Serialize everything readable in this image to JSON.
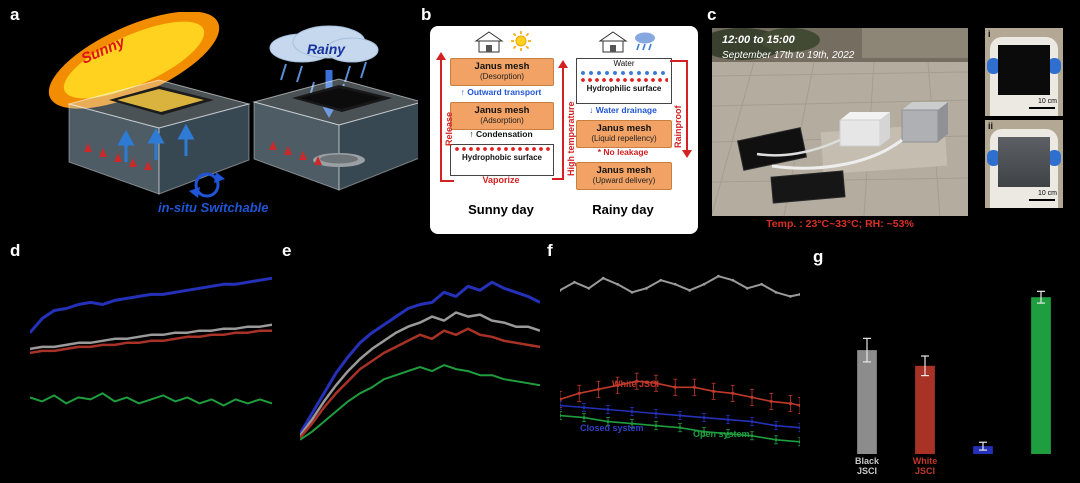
{
  "panels": {
    "a": {
      "label": "a",
      "sunny": "Sunny",
      "rainy": "Rainy",
      "switch_text": "in-situ Switchable"
    },
    "b": {
      "label": "b",
      "sunny_day": {
        "release": "Release",
        "high_temperature": "High temperature",
        "box1_title": "Janus mesh",
        "box1_sub": "(Desorption)",
        "outward_transport": "Outward transport",
        "box2_title": "Janus mesh",
        "box2_sub": "(Adsorption)",
        "condensation": "Condensation",
        "surface_box": "Hydrophobic surface",
        "vaporize": "Vaporize",
        "caption": "Sunny day"
      },
      "rainy_day": {
        "rainproof": "Rainproof",
        "water": "Water",
        "surface_box": "Hydrophilic surface",
        "water_drainage": "Water drainage",
        "box1_title": "Janus mesh",
        "box1_sub": "(Liquid repellency)",
        "no_leakage": "No leakage",
        "box2_title": "Janus mesh",
        "box2_sub": "(Upward delivery)",
        "caption": "Rainy day"
      }
    },
    "c": {
      "label": "c",
      "overlay_line1": "12:00 to 15:00",
      "overlay_line2": "September 17th to 19th, 2022",
      "conditions": "Temp. : 23°C~33°C; RH: ~53%",
      "inset1_label": "i",
      "inset2_label": "ii",
      "scale_bar": "10 cm"
    },
    "d": {
      "label": "d"
    },
    "e": {
      "label": "e"
    },
    "f": {
      "label": "f",
      "annotations": {
        "white_jsci": "White JSCI",
        "closed_system": "Closed system",
        "open_system": "Open system"
      }
    },
    "g": {
      "label": "g",
      "bar_labels": [
        "Black JSCI",
        "White JSCI",
        "",
        ""
      ],
      "label_colors": [
        "#c8c8c8",
        "#c0392b",
        "#3340c8",
        "#1e9e3e"
      ]
    }
  },
  "icons": {
    "up_arrow": "↑",
    "down_arrow": "↓",
    "no_leakage_mark": "*"
  },
  "colors": {
    "blue": "#2431b8",
    "gray": "#9a9a9a",
    "red": "#a93226",
    "green": "#1e9e3e",
    "accent_red": "#d42020",
    "box_orange": "#f2a264"
  },
  "chart_data": [
    {
      "type": "line",
      "panel": "d",
      "title": "",
      "xlabel": "",
      "ylabel": "",
      "xlim": [
        0,
        100
      ],
      "ylim": [
        0,
        100
      ],
      "grid": false,
      "legend": "none",
      "series": [
        {
          "name": "blue",
          "color": "#2431b8",
          "width": 3,
          "points": [
            [
              0,
              63
            ],
            [
              5,
              70
            ],
            [
              10,
              74
            ],
            [
              15,
              75
            ],
            [
              20,
              77
            ],
            [
              25,
              78
            ],
            [
              30,
              77
            ],
            [
              35,
              79
            ],
            [
              40,
              80
            ],
            [
              45,
              81
            ],
            [
              50,
              82
            ],
            [
              55,
              82
            ],
            [
              60,
              83
            ],
            [
              65,
              84
            ],
            [
              70,
              85
            ],
            [
              75,
              86
            ],
            [
              80,
              87
            ],
            [
              85,
              87
            ],
            [
              90,
              88
            ],
            [
              95,
              89
            ],
            [
              100,
              90
            ]
          ]
        },
        {
          "name": "gray",
          "color": "#9a9a9a",
          "width": 2.5,
          "points": [
            [
              0,
              55
            ],
            [
              5,
              56
            ],
            [
              10,
              56
            ],
            [
              15,
              57
            ],
            [
              20,
              58
            ],
            [
              25,
              58
            ],
            [
              30,
              59
            ],
            [
              35,
              60
            ],
            [
              40,
              60
            ],
            [
              45,
              61
            ],
            [
              50,
              62
            ],
            [
              55,
              62
            ],
            [
              60,
              63
            ],
            [
              65,
              63
            ],
            [
              70,
              64
            ],
            [
              75,
              64
            ],
            [
              80,
              65
            ],
            [
              85,
              65
            ],
            [
              90,
              66
            ],
            [
              95,
              66
            ],
            [
              100,
              67
            ]
          ]
        },
        {
          "name": "red",
          "color": "#a93226",
          "width": 2.5,
          "points": [
            [
              0,
              53
            ],
            [
              5,
              54
            ],
            [
              10,
              54
            ],
            [
              15,
              55
            ],
            [
              20,
              56
            ],
            [
              25,
              56
            ],
            [
              30,
              57
            ],
            [
              35,
              57
            ],
            [
              40,
              58
            ],
            [
              45,
              58
            ],
            [
              50,
              59
            ],
            [
              55,
              59
            ],
            [
              60,
              60
            ],
            [
              65,
              61
            ],
            [
              70,
              61
            ],
            [
              75,
              62
            ],
            [
              80,
              62
            ],
            [
              85,
              63
            ],
            [
              90,
              63
            ],
            [
              95,
              64
            ],
            [
              100,
              64
            ]
          ]
        },
        {
          "name": "green",
          "color": "#1e9e3e",
          "width": 2,
          "points": [
            [
              0,
              31
            ],
            [
              5,
              29
            ],
            [
              10,
              32
            ],
            [
              15,
              28
            ],
            [
              20,
              31
            ],
            [
              25,
              30
            ],
            [
              30,
              33
            ],
            [
              35,
              29
            ],
            [
              40,
              31
            ],
            [
              45,
              28
            ],
            [
              50,
              30
            ],
            [
              55,
              32
            ],
            [
              60,
              29
            ],
            [
              65,
              31
            ],
            [
              70,
              28
            ],
            [
              75,
              30
            ],
            [
              80,
              27
            ],
            [
              85,
              30
            ],
            [
              90,
              28
            ],
            [
              95,
              30
            ],
            [
              100,
              28
            ]
          ]
        }
      ]
    },
    {
      "type": "line",
      "panel": "e",
      "title": "",
      "xlabel": "",
      "ylabel": "",
      "xlim": [
        0,
        100
      ],
      "ylim": [
        0,
        100
      ],
      "grid": false,
      "legend": "none",
      "series": [
        {
          "name": "blue",
          "color": "#2431b8",
          "width": 3,
          "points": [
            [
              0,
              13
            ],
            [
              5,
              23
            ],
            [
              10,
              33
            ],
            [
              15,
              43
            ],
            [
              20,
              51
            ],
            [
              25,
              58
            ],
            [
              30,
              63
            ],
            [
              35,
              67
            ],
            [
              40,
              71
            ],
            [
              45,
              75
            ],
            [
              50,
              77
            ],
            [
              55,
              78
            ],
            [
              60,
              83
            ],
            [
              65,
              81
            ],
            [
              70,
              86
            ],
            [
              75,
              84
            ],
            [
              80,
              88
            ],
            [
              85,
              85
            ],
            [
              90,
              83
            ],
            [
              95,
              81
            ],
            [
              100,
              78
            ]
          ]
        },
        {
          "name": "gray",
          "color": "#9a9a9a",
          "width": 2.5,
          "points": [
            [
              0,
              12
            ],
            [
              5,
              20
            ],
            [
              10,
              29
            ],
            [
              15,
              37
            ],
            [
              20,
              44
            ],
            [
              25,
              50
            ],
            [
              30,
              55
            ],
            [
              35,
              59
            ],
            [
              40,
              63
            ],
            [
              45,
              66
            ],
            [
              50,
              68
            ],
            [
              55,
              71
            ],
            [
              60,
              69
            ],
            [
              65,
              73
            ],
            [
              70,
              71
            ],
            [
              75,
              72
            ],
            [
              80,
              69
            ],
            [
              85,
              68
            ],
            [
              90,
              66
            ],
            [
              95,
              66
            ],
            [
              100,
              64
            ]
          ]
        },
        {
          "name": "red",
          "color": "#a93226",
          "width": 2.5,
          "points": [
            [
              0,
              11
            ],
            [
              5,
              18
            ],
            [
              10,
              26
            ],
            [
              15,
              33
            ],
            [
              20,
              39
            ],
            [
              25,
              45
            ],
            [
              30,
              49
            ],
            [
              35,
              53
            ],
            [
              40,
              56
            ],
            [
              45,
              59
            ],
            [
              50,
              62
            ],
            [
              55,
              60
            ],
            [
              60,
              64
            ],
            [
              65,
              62
            ],
            [
              70,
              65
            ],
            [
              75,
              62
            ],
            [
              80,
              61
            ],
            [
              85,
              59
            ],
            [
              90,
              58
            ],
            [
              95,
              57
            ],
            [
              100,
              56
            ]
          ]
        },
        {
          "name": "green",
          "color": "#1e9e3e",
          "width": 2,
          "points": [
            [
              0,
              10
            ],
            [
              5,
              14
            ],
            [
              10,
              19
            ],
            [
              15,
              24
            ],
            [
              20,
              29
            ],
            [
              25,
              33
            ],
            [
              30,
              36
            ],
            [
              35,
              40
            ],
            [
              40,
              42
            ],
            [
              45,
              44
            ],
            [
              50,
              46
            ],
            [
              55,
              44
            ],
            [
              60,
              47
            ],
            [
              65,
              45
            ],
            [
              70,
              44
            ],
            [
              75,
              42
            ],
            [
              80,
              42
            ],
            [
              85,
              40
            ],
            [
              90,
              39
            ],
            [
              95,
              38
            ],
            [
              100,
              37
            ]
          ]
        }
      ]
    },
    {
      "type": "line",
      "panel": "f",
      "title": "",
      "xlabel": "",
      "ylabel": "",
      "xlim": [
        0,
        100
      ],
      "ylim": [
        0,
        100
      ],
      "grid": false,
      "legend": "inside",
      "series": [
        {
          "name": "gray",
          "color": "#9a9a9a",
          "width": 2,
          "marker": true,
          "msize": 1.4,
          "points": [
            [
              0,
              84
            ],
            [
              6,
              88
            ],
            [
              12,
              85
            ],
            [
              18,
              90
            ],
            [
              24,
              87
            ],
            [
              30,
              83
            ],
            [
              36,
              85
            ],
            [
              42,
              89
            ],
            [
              48,
              87
            ],
            [
              54,
              84
            ],
            [
              60,
              87
            ],
            [
              66,
              91
            ],
            [
              72,
              89
            ],
            [
              78,
              85
            ],
            [
              84,
              87
            ],
            [
              90,
              83
            ],
            [
              96,
              81
            ],
            [
              100,
              82
            ]
          ]
        },
        {
          "name": "White JSCI",
          "color": "#c0392b",
          "width": 1.6,
          "marker": true,
          "msize": 1.6,
          "err": 4,
          "points": [
            [
              0,
              30
            ],
            [
              8,
              33
            ],
            [
              16,
              35
            ],
            [
              24,
              37
            ],
            [
              32,
              39
            ],
            [
              40,
              38
            ],
            [
              48,
              36
            ],
            [
              56,
              36
            ],
            [
              64,
              34
            ],
            [
              72,
              33
            ],
            [
              80,
              31
            ],
            [
              88,
              29
            ],
            [
              96,
              28
            ],
            [
              100,
              27
            ]
          ]
        },
        {
          "name": "Closed system",
          "color": "#2431b8",
          "width": 1.6,
          "marker": true,
          "msize": 1.4,
          "err": 2,
          "points": [
            [
              0,
              27
            ],
            [
              10,
              26
            ],
            [
              20,
              25
            ],
            [
              30,
              24
            ],
            [
              40,
              23
            ],
            [
              50,
              22
            ],
            [
              60,
              21
            ],
            [
              70,
              20
            ],
            [
              80,
              19
            ],
            [
              90,
              17
            ],
            [
              100,
              16
            ]
          ]
        },
        {
          "name": "Open system",
          "color": "#1e9e3e",
          "width": 1.6,
          "marker": true,
          "msize": 1.4,
          "err": 2,
          "points": [
            [
              0,
              22
            ],
            [
              10,
              21
            ],
            [
              20,
              19
            ],
            [
              30,
              18
            ],
            [
              40,
              17
            ],
            [
              50,
              16
            ],
            [
              60,
              14
            ],
            [
              70,
              13
            ],
            [
              80,
              12
            ],
            [
              90,
              10
            ],
            [
              100,
              9
            ]
          ]
        }
      ]
    },
    {
      "type": "bar",
      "panel": "g",
      "title": "",
      "xlabel": "",
      "ylabel": "",
      "ylim": [
        0,
        100
      ],
      "categories": [
        "Black JSCI",
        "White JSCI",
        "",
        ""
      ],
      "values": [
        53,
        45,
        4,
        80
      ],
      "errors": [
        6,
        5,
        2,
        3
      ],
      "colors": [
        "#8c8c8c",
        "#a93226",
        "#2431b8",
        "#1e9e3e"
      ]
    }
  ]
}
